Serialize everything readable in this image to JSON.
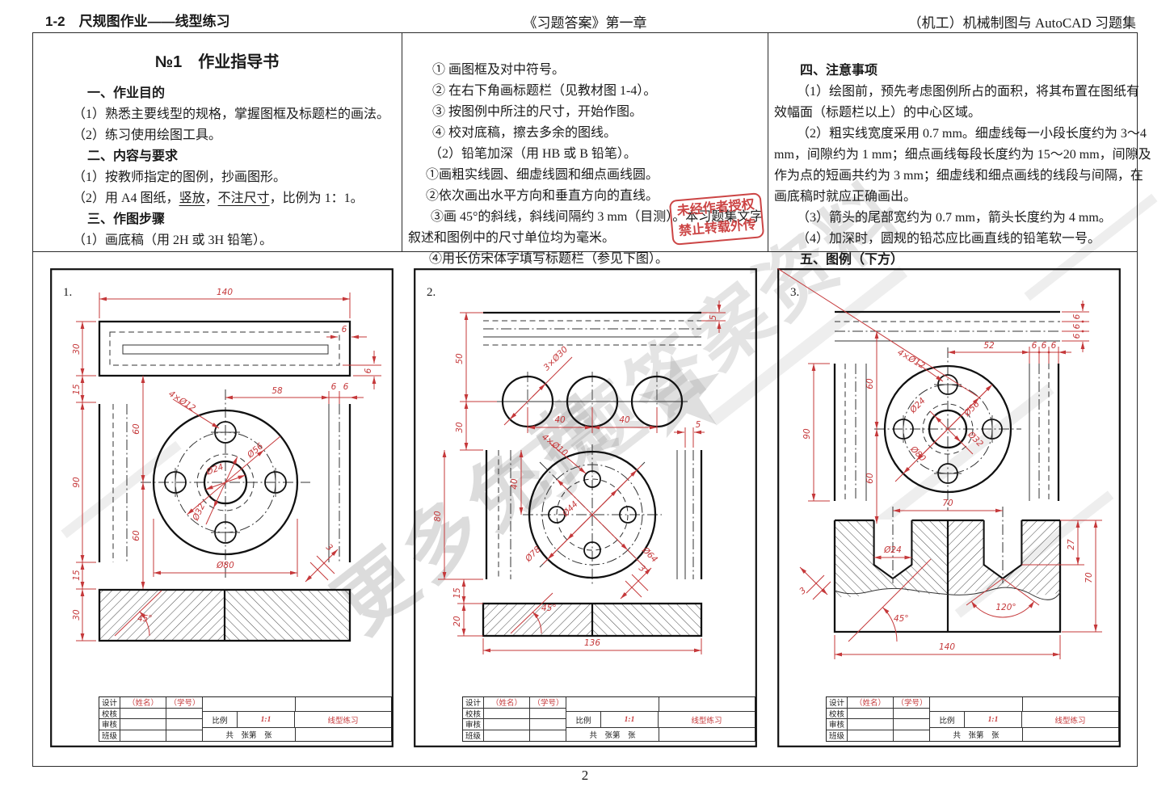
{
  "header": {
    "left": "1-2　尺规图作业——线型练习",
    "center": "《习题答案》第一章",
    "right": "（机工）机械制图与 AutoCAD 习题集"
  },
  "page_number": "2",
  "stamp": {
    "line1": "未经作者授权",
    "line2": "禁止转载外传"
  },
  "watermark": {
    "t1": "更多免费",
    "t2": "习题答案资料",
    "star": "★"
  },
  "col1": {
    "title": "№1　作业指导书",
    "h1": "一、作业目的",
    "l1": "（1）熟悉主要线型的规格，掌握图框及标题栏的画法。",
    "l2": "（2）练习使用绘图工具。",
    "h2": "二、内容与要求",
    "l3": "（1）按教师指定的图例，抄画图形。",
    "l4a": "（2）用 A4 图纸，",
    "l4u1": "竖放",
    "l4b": "，",
    "l4u2": "不注尺寸",
    "l4c": "，比例为 1：1。",
    "h3": "三、作图步骤",
    "l5": "（1）画底稿（用 2H 或 3H 铅笔）。"
  },
  "col2": {
    "l1": "① 画图框及对中符号。",
    "l2": "② 在右下角画标题栏（见教材图 1-4）。",
    "l3": "③ 按图例中所注的尺寸，开始作图。",
    "l4": "④ 校对底稿，擦去多余的图线。",
    "l5": "（2）铅笔加深（用 HB 或 B 铅笔）。",
    "l6": "①画粗实线圆、细虚线圆和细点画线圆。",
    "l7": "②依次画出水平方向和垂直方向的直线。",
    "l8": "③画 45°的斜线，斜线间隔约 3 mm（目测）。本习题集文字",
    "l9": "叙述和图例中的尺寸单位均为毫米。",
    "l10": "④用长仿宋体字填写标题栏（参见下图）。"
  },
  "col3": {
    "h1": "四、注意事项",
    "l1": "（1）绘图前，预先考虑图例所占的面积，将其布置在图纸有",
    "l2": "效幅面（标题栏以上）的中心区域。",
    "l3": "（2）粗实线宽度采用 0.7 mm。细虚线每一小段长度约为 3～4",
    "l4": "mm，间隙约为 1 mm；细点画线每段长度约为 15～20 mm，间隙及",
    "l5": "作为点的短画共约为 3 mm；细虚线和细点画线的线段与间隔，在",
    "l6": "画底稿时就应正确画出。",
    "l7": "（3）箭头的尾部宽约为 0.7 mm，箭头长度约为 4 mm。",
    "l8": "（4）加深时，圆规的铅芯应比画直线的铅笔软一号。",
    "h2": "五、图例（下方）"
  },
  "titleblock": {
    "r1": "设计",
    "r2": "校核",
    "r3": "审核",
    "r4": "班级",
    "name": "（姓名）",
    "sid": "（学号）",
    "scale_label": "比例",
    "scale": "1:1",
    "course": "线型练习",
    "sheet": "共　张第　张"
  },
  "panels": [
    {
      "num": "1.",
      "d140": "140",
      "d30": "30",
      "d15a": "15",
      "d90": "90",
      "d15b": "15",
      "d30b": "30",
      "d60a": "60",
      "d60b": "60",
      "d6a": "6",
      "d6b": "6",
      "d58": "58",
      "d6c": "6",
      "d6d": "6",
      "holes": "4×Ø12",
      "dia24": "Ø24",
      "dia56": "Ø56",
      "dia32": "Ø32",
      "dia80": "Ø80",
      "ang45": "45°",
      "gap3": "3"
    },
    {
      "num": "2.",
      "d5a": "5",
      "d50": "50",
      "d30": "30",
      "d80": "80",
      "d40v": "40",
      "d15": "15",
      "d20": "20",
      "d40a": "40",
      "d40b": "40",
      "holes3": "3×Ø30",
      "holes4": "4×Ø10",
      "dia44": "Ø44",
      "dia64": "Ø64",
      "dia78": "Ø78",
      "d5b": "5",
      "d136": "136",
      "ang45": "45°",
      "gap3": "3"
    },
    {
      "num": "3.",
      "d6a": "6",
      "d6b": "6",
      "d6c": "6",
      "d52": "52",
      "d6d": "6",
      "d6e": "6",
      "d6f": "6",
      "d90": "90",
      "d60a": "60",
      "d60b": "60",
      "holes": "4×Ø12",
      "dia24": "Ø24",
      "dia56": "Ø56",
      "dia32": "Ø32",
      "dia80": "Ø80",
      "d70a": "70",
      "dia24b": "Ø24",
      "d27": "27",
      "d70b": "70",
      "ang120": "120°",
      "ang45": "45°",
      "gap3": "3",
      "d140": "140"
    }
  ]
}
